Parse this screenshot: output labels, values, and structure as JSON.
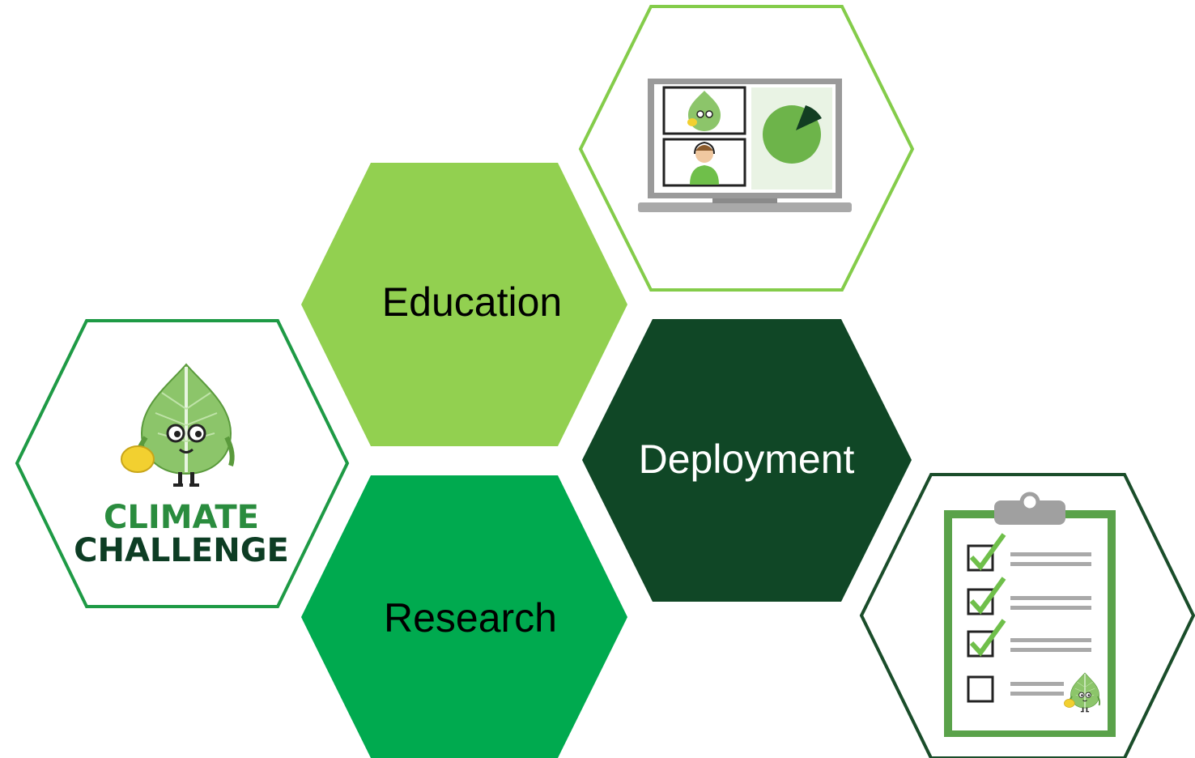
{
  "colors": {
    "light_green": "#92d050",
    "mid_green": "#00aa4f",
    "dark_green": "#104726",
    "logo_green": "#1e8a3c",
    "logo_dark": "#0d3d24"
  },
  "hexagons": {
    "education": {
      "label": "Education",
      "fill": "#92d050",
      "text_color": "#000000"
    },
    "research": {
      "label": "Research",
      "fill": "#00aa4f",
      "text_color": "#000000"
    },
    "deployment": {
      "label": "Deployment",
      "fill": "#104726",
      "text_color": "#ffffff"
    }
  },
  "logo": {
    "line1": "CLIMATE",
    "line2": "CHALLENGE",
    "icon": "leaf-mascot-icon"
  },
  "illustrations": {
    "laptop": {
      "icon": "video-call-laptop-icon",
      "border": "#84cc4a"
    },
    "checklist": {
      "icon": "clipboard-checklist-icon",
      "border": "#1a4d2a"
    }
  }
}
